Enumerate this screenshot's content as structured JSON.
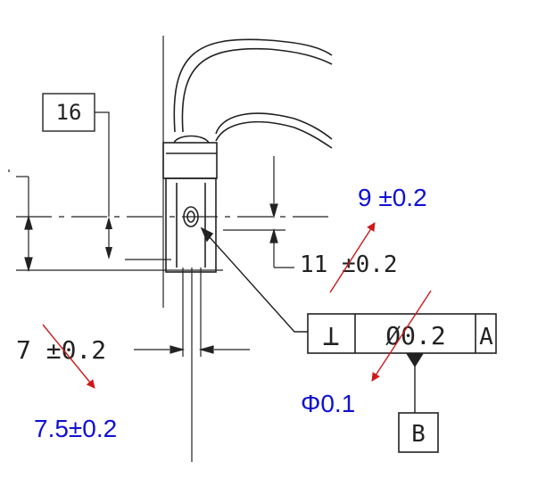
{
  "drawing": {
    "balloon_16": "16",
    "dim_11": "11 ±0.2",
    "dim_7": "7 ±0.2",
    "fcf": {
      "symbol": "⊥",
      "tolerance": "Ø0.2",
      "datum": "A"
    },
    "datum_b": "B"
  },
  "annotations": {
    "dim_9": "9 ±0.2",
    "dim_7_5": "7.5±0.2",
    "phi_01": "Φ0.1",
    "text_color": "#1010d0",
    "arrow_color": "#cc1a1a"
  }
}
